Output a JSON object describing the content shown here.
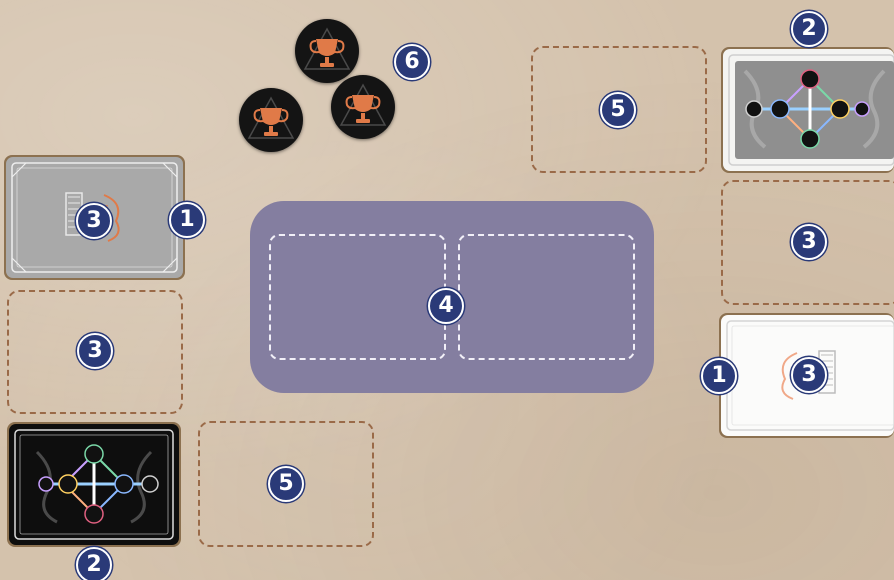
{
  "board": {
    "background_color": "#d4c2ac",
    "center_area_color": "#847ea0",
    "slot_border_color": "#9a6a48"
  },
  "markers": {
    "m1_left_card": "1",
    "m2_top_right": "2",
    "m3_left_card": "3",
    "m3_left_slot": "3",
    "m3_right_slot": "3",
    "m3_right_card": "3",
    "m1_right_card": "1",
    "m4_center": "4",
    "m5_top": "5",
    "m5_bottom": "5",
    "m6_trophies": "6",
    "m2_bottom_left": "2"
  },
  "cards": {
    "left_grey_card": {
      "style": "grey-back",
      "icon": "trophy-chalice-icon"
    },
    "left_black_card": {
      "style": "black-front",
      "icon": "element-cross-icon"
    },
    "right_grey_card": {
      "style": "grey-front",
      "icon": "element-cross-icon"
    },
    "right_white_card": {
      "style": "white-back",
      "icon": "trophy-chalice-icon"
    }
  },
  "tokens": [
    {
      "icon": "trophy-token-icon",
      "color": "#e07a48"
    },
    {
      "icon": "trophy-token-icon",
      "color": "#e07a48"
    },
    {
      "icon": "trophy-token-icon",
      "color": "#e07a48"
    }
  ]
}
